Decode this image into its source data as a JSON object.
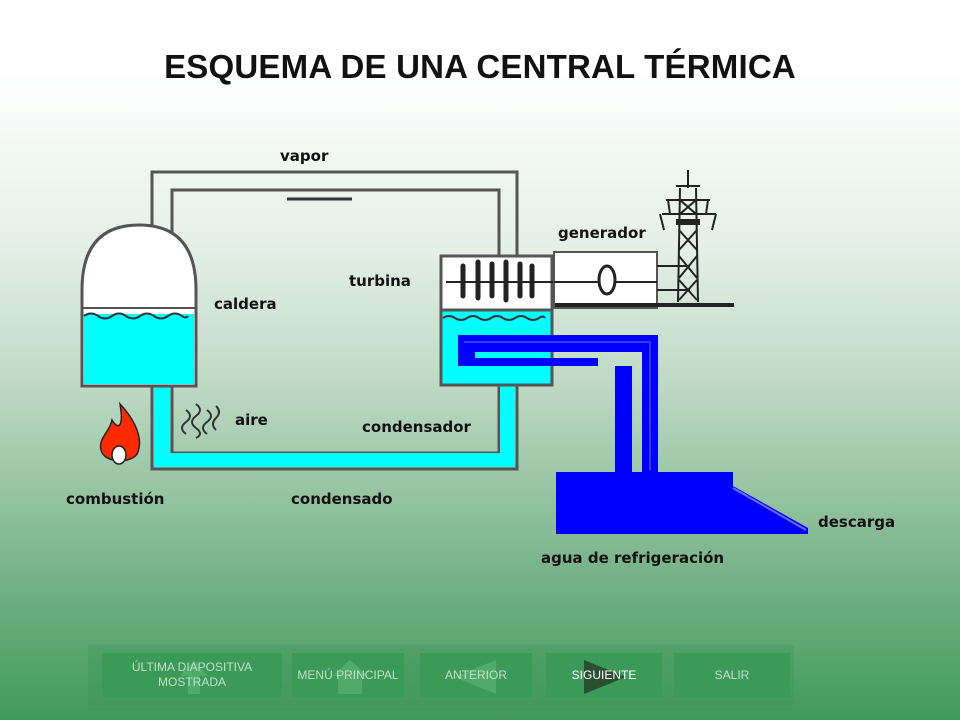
{
  "title": "ESQUEMA DE UNA CENTRAL TÉRMICA",
  "labels": {
    "vapor": "vapor",
    "turbina": "turbina",
    "caldera": "caldera",
    "generador": "generador",
    "aire": "aire",
    "condensador": "condensador",
    "combustion": "combustión",
    "condensado": "condensado",
    "descarga": "descarga",
    "agua": "agua de refrigeración"
  },
  "colors": {
    "water": "#00ffff",
    "cooling_water": "#0000ff",
    "pipe_outline": "#555555",
    "flame": "#ff2a00"
  },
  "nav": {
    "last": "ÚLTIMA DIAPOSITIVA MOSTRADA",
    "menu": "MENÚ PRINCIPAL",
    "prev": "ANTERIOR",
    "next": "SIGUIENTE",
    "exit": "SALIR"
  }
}
